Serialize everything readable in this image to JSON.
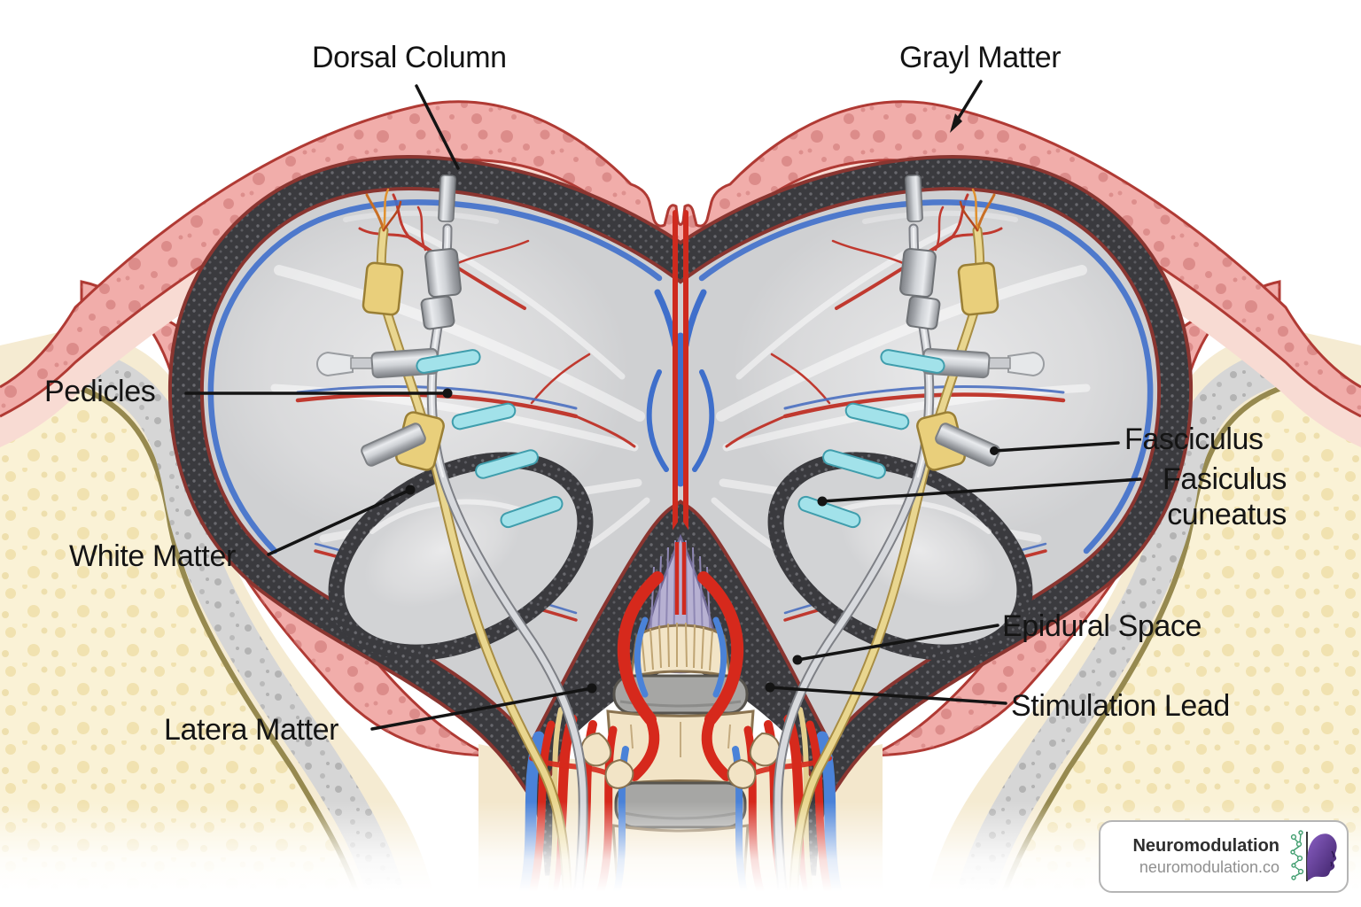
{
  "figure": {
    "description": "Medical illustration: spinal cord cross-section with epidural stimulation leads"
  },
  "labels": {
    "dorsal_column": "Dorsal Column",
    "gray_matter": "Grayl Matter",
    "pedicles": "Pedicles",
    "white_matter": "White Matter",
    "lateral_matter": "Latera Matter",
    "fasciculus": "Fasciculus",
    "fasciculus_cuneatus_1": "Fasiculus",
    "fasciculus_cuneatus_2": "cuneatus",
    "epidural_space": "Epidural Space",
    "stimulation_lead": "Stimulation Lead"
  },
  "branding": {
    "name": "Neuromodulation",
    "domain": "neuromodulation.co"
  },
  "colors": {
    "label_text": "#141414",
    "skin_pink": "#f1adaa",
    "pale_pink": "#f8dbd3",
    "dura_dark": "#3a3a3e",
    "cord_gray": "#cfd0d2",
    "artery_red": "#d6291c",
    "vein_blue": "#4a82d8",
    "bone_cream": "#f2e4c6",
    "marrow_yellow": "#faf2d6",
    "electrode_cyan": "#a2e2ea",
    "lead_yellow": "#e9d68f",
    "brand_purple": "#6b3fa0",
    "brand_green": "#3f9d6e"
  }
}
